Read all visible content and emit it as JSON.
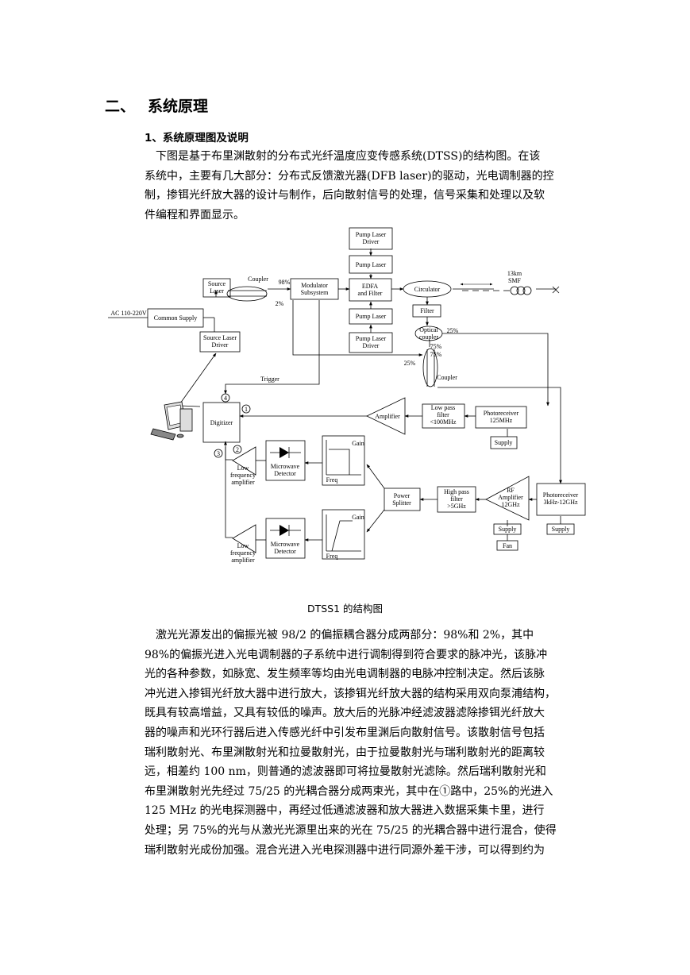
{
  "section": {
    "number": "二、",
    "title": "系统原理"
  },
  "subsection": {
    "title": "1、系统原理图及说明"
  },
  "intro_lines": [
    "　下图是基于布里渊散射的分布式光纤温度应变传感系统(DTSS)的结构图。在该",
    "系统中，主要有几大部分：分布式反馈激光器(DFB laser)的驱动，光电调制器的控",
    "制，掺铒光纤放大器的设计与制作，后向散射信号的处理，信号采集和处理以及软",
    "件编程和界面显示。"
  ],
  "diagram": {
    "pump_driver_top": [
      "Pump Laser",
      "Driver"
    ],
    "pump_laser_top": "Pump Laser",
    "source_laser": [
      "Source",
      "Laser"
    ],
    "coupler_label": "Coupler",
    "pct_98": "98%",
    "pct_2": "2%",
    "modulator": [
      "Modulator",
      "Subsystem"
    ],
    "edfa": [
      "EDFA",
      "and Filter"
    ],
    "circulator": "Circulator",
    "fiber": [
      "13km",
      "SMF"
    ],
    "ac_input": "AC 110-220V",
    "common_supply": "Common Supply",
    "pump_laser_bottom": "Pump Laser",
    "filter": "Filter",
    "optical_coupler": [
      "Optical",
      "coupler"
    ],
    "pct_25a": "25%",
    "source_laser_driver": [
      "Source Laser",
      "Driver"
    ],
    "pump_driver_bottom": [
      "Pump Laser",
      "Driver"
    ],
    "pct_75a": "75%",
    "pct_75b": "75%",
    "pct_25b": "25%",
    "coupler2": "Coupler",
    "trigger": "Trigger",
    "circ4": "4",
    "circ1": "1",
    "circ2": "2",
    "circ3": "3",
    "digitizer": "Digitizer",
    "amplifier": "Amplifier",
    "lpf": [
      "Low pass",
      "filter",
      "<100MHz"
    ],
    "pr1": [
      "Photoreceiver",
      "125MHz"
    ],
    "supply1": "Supply",
    "gain": "Gain",
    "freq": "Freq",
    "lfa": [
      "Low",
      "frequency",
      "amplifier"
    ],
    "mw": [
      "Microwave",
      "Detector"
    ],
    "power_splitter": [
      "Power",
      "Splitter"
    ],
    "hpf": [
      "High pass",
      "filter",
      ">5GHz"
    ],
    "rf": [
      "RF",
      "Amplifier",
      "12GHz"
    ],
    "pr2": [
      "Photoreceiver",
      "3kHz-12GHz"
    ],
    "supply2": "Supply",
    "supply3": "Supply",
    "fan": "Fan"
  },
  "caption": "DTSS1 的结构图",
  "body_lines": [
    "　激光光源发出的偏振光被 98/2 的偏振耦合器分成两部分：98%和 2%，其中",
    "98%的偏振光进入光电调制器的子系统中进行调制得到符合要求的脉冲光，该脉冲",
    "光的各种参数，如脉宽、发生频率等均由光电调制器的电脉冲控制决定。然后该脉",
    "冲光进入掺铒光纤放大器中进行放大，该掺铒光纤放大器的结构采用双向泵浦结构，",
    "既具有较高增益，又具有较低的噪声。放大后的光脉冲经滤波器滤除掺铒光纤放大",
    "器的噪声和光环行器后进入传感光纤中引发布里渊后向散射信号。该散射信号包括",
    "瑞利散射光、布里渊散射光和拉曼散射光，由于拉曼散射光与瑞利散射光的距离较",
    "远，相差约 100 nm，则普通的滤波器即可将拉曼散射光滤除。然后瑞利散射光和",
    "布里渊散射光先经过 75/25 的光耦合器分成两束光，其中在①路中，25%的光进入",
    "125 MHz 的光电探测器中，再经过低通滤波器和放大器进入数据采集卡里，进行",
    "处理；另 75%的光与从激光光源里出来的光在 75/25 的光耦合器中进行混合，使得",
    "瑞利散射光成份加强。混合光进入光电探测器中进行同源外差干涉，可以得到约为"
  ]
}
